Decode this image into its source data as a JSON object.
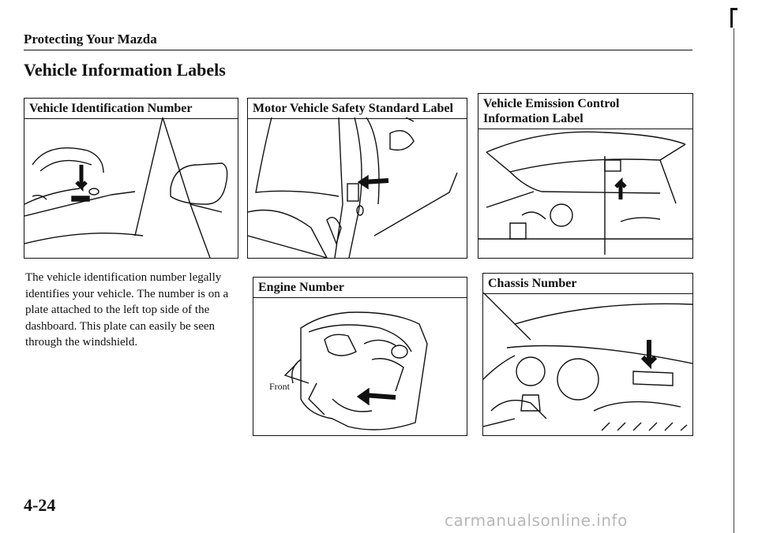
{
  "header": {
    "section": "Protecting Your Mazda"
  },
  "title": "Vehicle Information Labels",
  "panels": {
    "vin": {
      "caption": "Vehicle Identification Number"
    },
    "mvss": {
      "caption": "Motor Vehicle Safety Standard Label"
    },
    "emission": {
      "caption_line1": "Vehicle Emission Control",
      "caption_line2": "Information Label"
    },
    "engine": {
      "caption": "Engine Number",
      "front_label": "Front"
    },
    "chassis": {
      "caption": "Chassis Number"
    }
  },
  "body_text": "The vehicle identification number legally identifies your vehicle. The number is on a plate attached to the left top side of the dashboard. This plate can easily be seen through the windshield.",
  "page_number": "4-24",
  "watermark": "carmanualsonline.info"
}
